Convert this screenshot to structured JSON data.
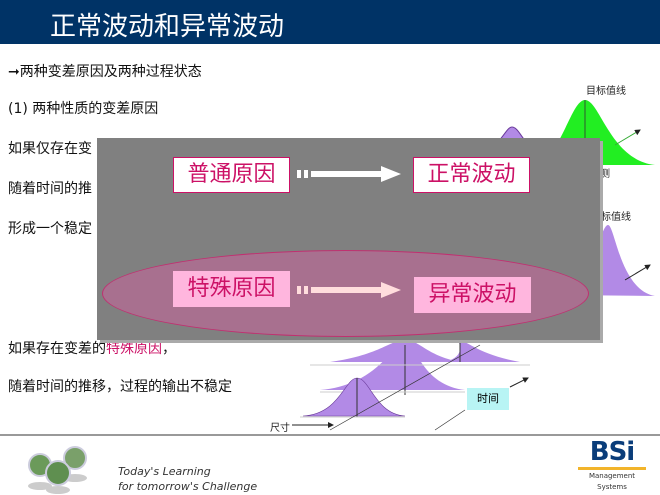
{
  "title": "正常波动和异常波动",
  "lines": {
    "l1": "➞两种变差原因及两种过程状态",
    "l2": "(1) 两种性质的变差原因",
    "l3": "如果仅存在变",
    "l4": "随着时间的推",
    "l5": "形成一个稳定",
    "l6a": "如果存在变差的",
    "l6b": "特殊原因",
    "l6c": "，",
    "l7": "随着时间的推移，过程的输出不稳定"
  },
  "diagram": {
    "target1": "目标值线",
    "predict": "测",
    "target2": "标值线",
    "size": "尺寸",
    "time": "时间"
  },
  "overlay": {
    "common_cause": "普通原因",
    "normal": "正常波动",
    "special_cause": "特殊原因",
    "abnormal": "异常波动"
  },
  "footer": {
    "slogan1": "Today's Learning",
    "slogan2": "for tomorrow's Challenge",
    "logo": "BSi",
    "logo_sub1": "Management",
    "logo_sub2": "Systems"
  },
  "colors": {
    "title_bg": "#003366",
    "accent": "#cc1166",
    "overlay": "#808080"
  }
}
